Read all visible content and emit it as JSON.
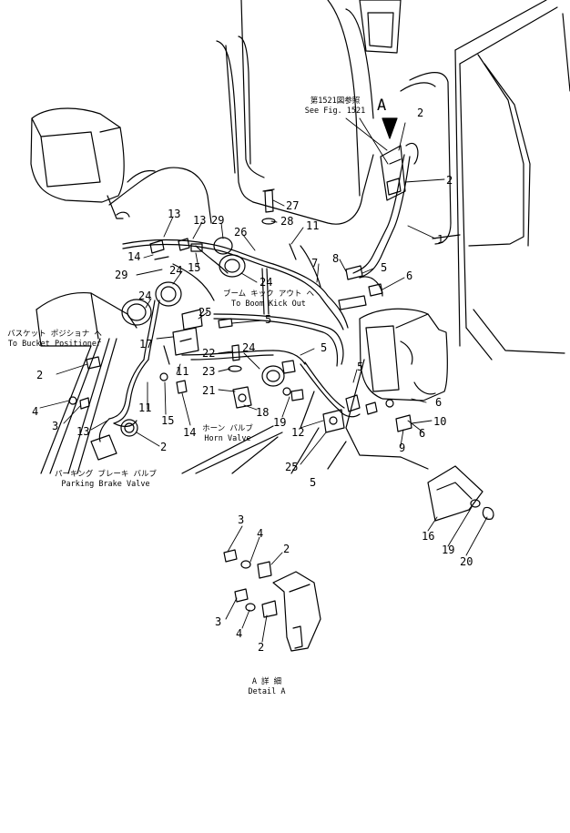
{
  "notes": {
    "see_fig_jp": "第1521図参照",
    "see_fig_en": "See Fig. 1521",
    "bucket_jp": "バスケット ポジショナ へ",
    "bucket_en": "To Bucket Positioner",
    "boom_jp": "ブーム キック アウト へ",
    "boom_en": "To Boom Kick Out",
    "horn_jp": "ホーン バルブ",
    "horn_en": "Horn Valve",
    "parking_jp": "パーキング ブレーキ バルブ",
    "parking_en": "Parking Brake Valve",
    "detail_jp": "A 詳 細",
    "detail_en": "Detail A"
  },
  "view_marker": "A",
  "callouts": [
    {
      "id": "c2a",
      "text": "2"
    },
    {
      "id": "c2b",
      "text": "2"
    },
    {
      "id": "c1",
      "text": "1"
    },
    {
      "id": "c27",
      "text": "27"
    },
    {
      "id": "c28",
      "text": "28"
    },
    {
      "id": "c11a",
      "text": "11"
    },
    {
      "id": "c13a",
      "text": "13"
    },
    {
      "id": "c13b",
      "text": "13"
    },
    {
      "id": "c29a",
      "text": "29"
    },
    {
      "id": "c26",
      "text": "26"
    },
    {
      "id": "c14a",
      "text": "14"
    },
    {
      "id": "c15a",
      "text": "15"
    },
    {
      "id": "c29b",
      "text": "29"
    },
    {
      "id": "c24a",
      "text": "24"
    },
    {
      "id": "c24b",
      "text": "24"
    },
    {
      "id": "c7",
      "text": "7"
    },
    {
      "id": "c8",
      "text": "8"
    },
    {
      "id": "c5a",
      "text": "5"
    },
    {
      "id": "c6a",
      "text": "6"
    },
    {
      "id": "c24c",
      "text": "24"
    },
    {
      "id": "c25a",
      "text": "25"
    },
    {
      "id": "c5b",
      "text": "5"
    },
    {
      "id": "c17",
      "text": "17"
    },
    {
      "id": "c22",
      "text": "22"
    },
    {
      "id": "c24d",
      "text": "24"
    },
    {
      "id": "c5c",
      "text": "5"
    },
    {
      "id": "c5d",
      "text": "5"
    },
    {
      "id": "c2c",
      "text": "2"
    },
    {
      "id": "c11b",
      "text": "11"
    },
    {
      "id": "c23",
      "text": "23"
    },
    {
      "id": "c21",
      "text": "21"
    },
    {
      "id": "c6b",
      "text": "6"
    },
    {
      "id": "c4a",
      "text": "4"
    },
    {
      "id": "c3a",
      "text": "3"
    },
    {
      "id": "c11c",
      "text": "11"
    },
    {
      "id": "c15b",
      "text": "15"
    },
    {
      "id": "c14b",
      "text": "14"
    },
    {
      "id": "c18",
      "text": "18"
    },
    {
      "id": "c19a",
      "text": "19"
    },
    {
      "id": "c10",
      "text": "10"
    },
    {
      "id": "c13c",
      "text": "13"
    },
    {
      "id": "c12",
      "text": "12"
    },
    {
      "id": "c9",
      "text": "9"
    },
    {
      "id": "c6c",
      "text": "6"
    },
    {
      "id": "c2d",
      "text": "2"
    },
    {
      "id": "c25b",
      "text": "25"
    },
    {
      "id": "c5e",
      "text": "5"
    },
    {
      "id": "c16",
      "text": "16"
    },
    {
      "id": "c19b",
      "text": "19"
    },
    {
      "id": "c20",
      "text": "20"
    },
    {
      "id": "c3b",
      "text": "3"
    },
    {
      "id": "c4b",
      "text": "4"
    },
    {
      "id": "c2e",
      "text": "2"
    },
    {
      "id": "c3c",
      "text": "3"
    },
    {
      "id": "c4c",
      "text": "4"
    },
    {
      "id": "c2f",
      "text": "2"
    }
  ]
}
